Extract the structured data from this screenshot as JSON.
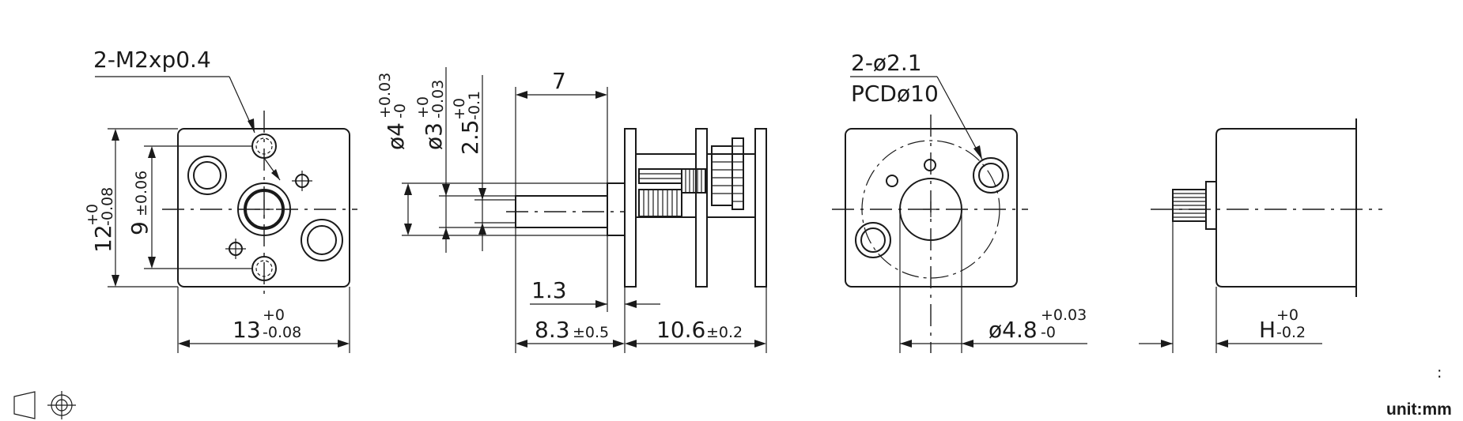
{
  "views": {
    "front": {
      "thread_callout": "2-M2xp0.4",
      "height_nominal": "12",
      "height_tol_upper": "+0",
      "height_tol_lower": "-0.08",
      "hole_spacing_nominal": "9",
      "hole_spacing_tol": "±0.06",
      "width_nominal": "13",
      "width_tol_upper": "+0",
      "width_tol_lower": "-0.08"
    },
    "side": {
      "boss_dia_nominal": "ø4",
      "boss_dia_tol_upper": "+0.03",
      "boss_dia_tol_lower": "-0",
      "shaft_dia_nominal": "ø3",
      "shaft_dia_tol_upper": "+0",
      "shaft_dia_tol_lower": "-0.03",
      "flat_nominal": "2.5",
      "flat_tol_upper": "+0",
      "flat_tol_lower": "-0.1",
      "flat_length": "7",
      "boss_length": "1.3",
      "shaft_length_nominal": "8.3",
      "shaft_length_tol": "±0.5",
      "gearbox_length_nominal": "10.6",
      "gearbox_length_tol": "±0.2"
    },
    "rear": {
      "hole_callout": "2-ø2.1",
      "pcd_callout": "PCDø10",
      "bore_dia_nominal": "ø4.8",
      "bore_dia_tol_upper": "+0.03",
      "bore_dia_tol_lower": "-0"
    },
    "motor": {
      "length_nominal": "H",
      "length_tol_upper": "+0",
      "length_tol_lower": "-0.2"
    }
  },
  "footer": {
    "unit_label": "unit:mm",
    "projection_symbol": "third-angle-projection-icon",
    "tick_mark": ":"
  }
}
